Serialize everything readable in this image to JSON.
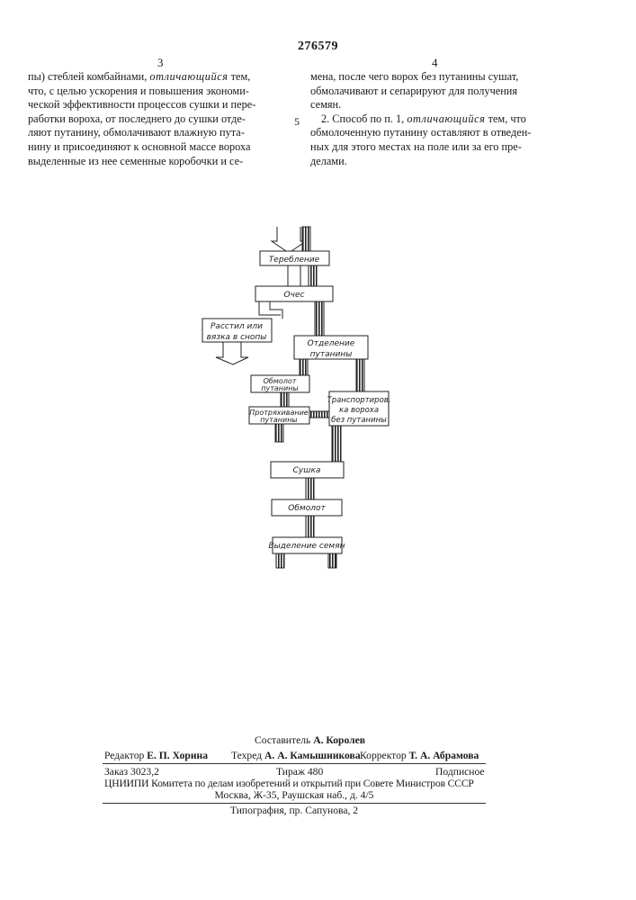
{
  "patent_number": "276579",
  "columns": {
    "left_number": "3",
    "right_number": "4",
    "line_number": "5",
    "left_lines": [
      "пы) стеблей комбайнами, {отличающийся} тем,",
      "что, с целью ускорения и повышения экономи-",
      "ческой эффективности процессов сушки и пере-",
      "работки вороха, от последнего до сушки отде-",
      "ляют путанину, обмолачивают влажную пута-",
      "нину и присоединяют к основной массе вороха",
      "выделенные из нее семенные коробочки и се-"
    ],
    "right_lines": [
      "мена, после чего ворох без путанины сушат,",
      "обмолачивают и сепарируют для получения",
      "семян.",
      "2. Способ по п. 1, {отличающийся} тем, что",
      "обмолоченную путанину оставляют в отведен-",
      "ных для этого местах на поле или за его пре-",
      "делами."
    ]
  },
  "diagram": {
    "boxes": {
      "treblenie": "Теребление",
      "oches": "Очес",
      "rasstila": [
        "Расстил или",
        "вязка в снопы"
      ],
      "otdelenie": [
        "Отделение",
        "путанины"
      ],
      "obmolot_putaniny": [
        "Обмолот",
        "путанины"
      ],
      "protryahivanie": [
        "Протряхивание",
        "путанины"
      ],
      "transportirovka": [
        "Транспортиров.",
        "ка вороха",
        "без путанины"
      ],
      "sushka": "Сушка",
      "obmolot": "Обмолот",
      "vydelenie": "Выделение семян"
    }
  },
  "footer": {
    "compiler_label": "Составитель",
    "compiler_name": "А. Королев",
    "editor_label": "Редактор",
    "editor_name": "Е. П. Хорина",
    "techred_label": "Техред",
    "techred_name": "А. А. Камышникова",
    "corrector_label": "Корректор",
    "corrector_name": "Т. А. Абрамова",
    "order": "Заказ 3023,2",
    "circulation": "Тираж 480",
    "subscription": "Подписное",
    "org_line": "ЦНИИПИ Комитета по делам изобретений и открытий при Совете Министров СССР",
    "address_line": "Москва, Ж-35, Раушская наб., д. 4/5",
    "printing_line": "Типография, пр. Сапунова, 2"
  }
}
